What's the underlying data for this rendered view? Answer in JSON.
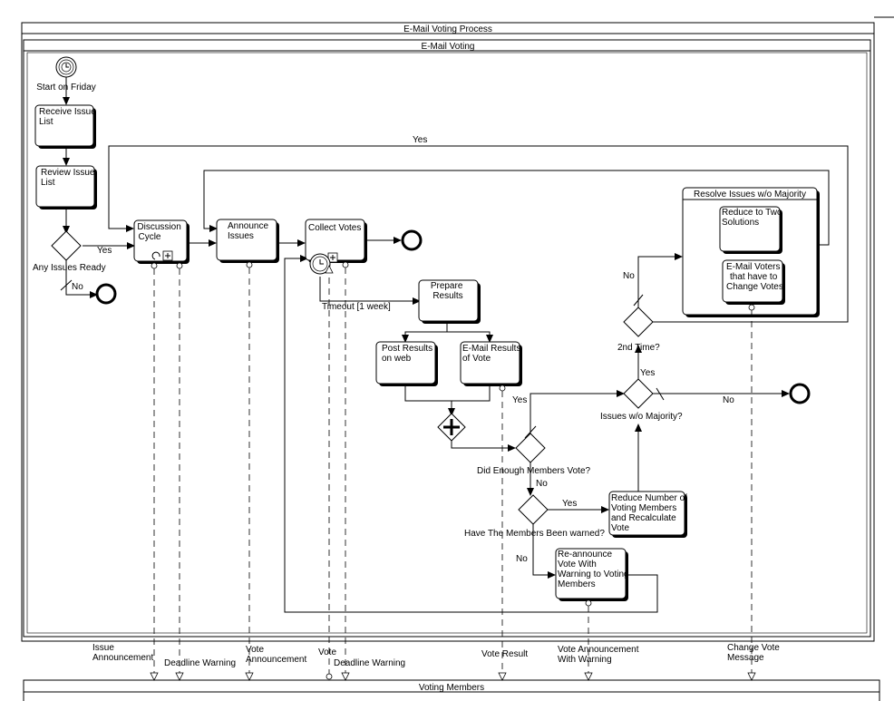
{
  "pool": {
    "title": "E-Mail Voting Process"
  },
  "lane": {
    "title": "E-Mail Voting"
  },
  "bottom_pool": {
    "title": "Voting Members"
  },
  "events": {
    "start": "Start on Friday",
    "timeout": "Timeout [1 week]"
  },
  "tasks": {
    "receive": [
      "Receive Issue",
      "List"
    ],
    "review": [
      "Review Issue",
      "List"
    ],
    "discussion": [
      "Discussion",
      "Cycle"
    ],
    "announce": [
      "Announce",
      "Issues"
    ],
    "collect": [
      "Collect Votes"
    ],
    "prepare": [
      "Prepare",
      "Results"
    ],
    "post": [
      "Post Results",
      "on web"
    ],
    "email_results": [
      "E-Mail Results",
      "of Vote"
    ],
    "reduce_number": [
      "Reduce Number of",
      "Voting Members",
      "and Recalculate",
      "Vote"
    ],
    "reannounce": [
      "Re-announce",
      "Vote With",
      "Warning to Voting",
      "Members"
    ],
    "resolve_title": "Resolve Issues w/o Majority",
    "reduce_two": [
      "Reduce to Two",
      "Solutions"
    ],
    "email_voters": [
      "E-Mail Voters",
      "that have to",
      "Change Votes"
    ]
  },
  "gateways": {
    "issues_ready": "Any Issues Ready",
    "enough_members": "Did Enough Members Vote?",
    "members_warned": "Have The Members Been warned?",
    "without_majority": "Issues w/o Majority?",
    "second_time": "2nd Time?"
  },
  "flow_labels": {
    "yes": "Yes",
    "no": "No"
  },
  "messages": {
    "issue_announcement": [
      "Issue",
      "Announcement"
    ],
    "deadline_warning_1": "Deadline Warning",
    "vote_announcement": [
      "Vote",
      "Announcement"
    ],
    "vote": "Vote",
    "deadline_warning_2": "Deadline Warning",
    "vote_result": "Vote Result",
    "vote_announcement_warning": [
      "Vote Announcement",
      "With Warning"
    ],
    "change_vote": [
      "Change Vote",
      "Message"
    ]
  }
}
